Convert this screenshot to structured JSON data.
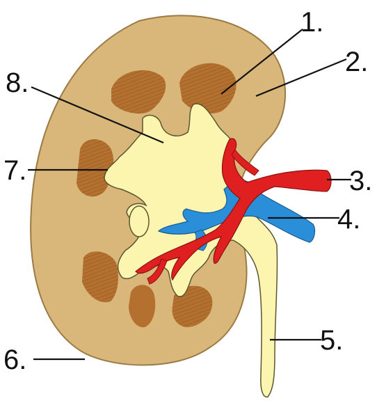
{
  "labels": {
    "l1": "1.",
    "l2": "2.",
    "l3": "3.",
    "l4": "4.",
    "l5": "5.",
    "l6": "6.",
    "l7": "7.",
    "l8": "8."
  },
  "colors": {
    "cortex": "#d9b67a",
    "cortex_outline": "#9c7a45",
    "pyramid": "#b4702e",
    "pyramid_line": "#6e3d12",
    "pelvis": "#fbf5b0",
    "pelvis_outline": "#5b5530",
    "artery": "#e02020",
    "vein": "#2a8fd8",
    "ink": "#111111"
  }
}
